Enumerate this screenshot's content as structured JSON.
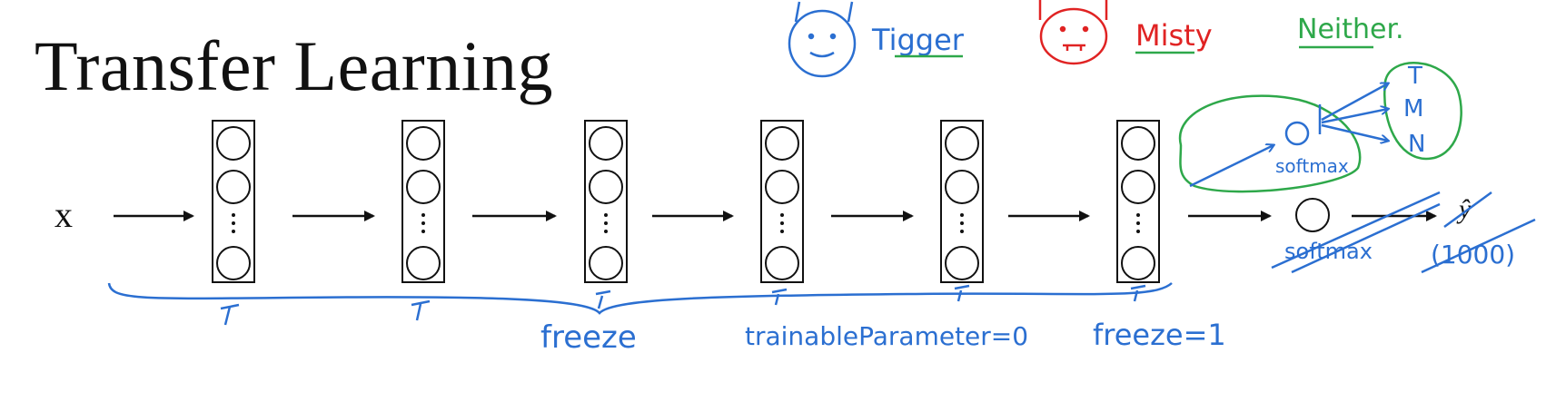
{
  "slide": {
    "title": "Transfer Learning",
    "input_label": "x",
    "output_label": "ŷ"
  },
  "classes": [
    {
      "name": "Tigger",
      "color": "#2b6fd1"
    },
    {
      "name": "Misty",
      "color": "#e02323"
    },
    {
      "name": "Neither.",
      "color": "#2ea84a"
    }
  ],
  "annotations": {
    "freeze": "freeze",
    "trainable": "trainableParameter=0",
    "freeze_one": "freeze=1",
    "softmax_new": "softmax",
    "softmax_old": "softmax",
    "old_output_size": "(1000)",
    "new_outputs": [
      "T",
      "M",
      "N"
    ]
  },
  "colors": {
    "ink": "#111111",
    "blue_ink": "#2b6fd1",
    "red_ink": "#e02323",
    "green_ink": "#2ea84a"
  }
}
